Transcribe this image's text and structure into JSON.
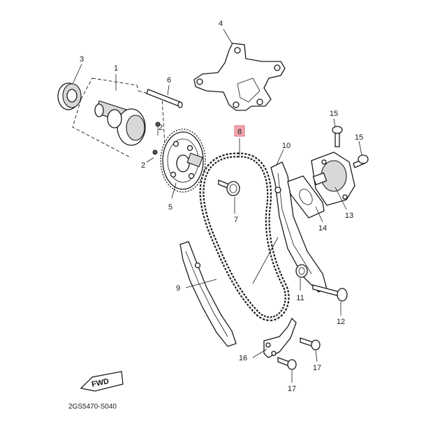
{
  "diagram": {
    "drawing_code": "2GS5470-S040",
    "fwd_label": "FWD",
    "highlighted_callout": "8",
    "highlight_color": "#f4a6b0",
    "callouts": [
      {
        "id": "1",
        "text": "1"
      },
      {
        "id": "2a",
        "text": "2"
      },
      {
        "id": "2b",
        "text": "2"
      },
      {
        "id": "3",
        "text": "3"
      },
      {
        "id": "4",
        "text": "4"
      },
      {
        "id": "5",
        "text": "5"
      },
      {
        "id": "6",
        "text": "6"
      },
      {
        "id": "7",
        "text": "7"
      },
      {
        "id": "8",
        "text": "8"
      },
      {
        "id": "9",
        "text": "9"
      },
      {
        "id": "10",
        "text": "10"
      },
      {
        "id": "11",
        "text": "11"
      },
      {
        "id": "12",
        "text": "12"
      },
      {
        "id": "13",
        "text": "13"
      },
      {
        "id": "14",
        "text": "14"
      },
      {
        "id": "15a",
        "text": "15"
      },
      {
        "id": "15b",
        "text": "15"
      },
      {
        "id": "16",
        "text": "16"
      },
      {
        "id": "17a",
        "text": "17"
      },
      {
        "id": "17b",
        "text": "17"
      }
    ]
  }
}
